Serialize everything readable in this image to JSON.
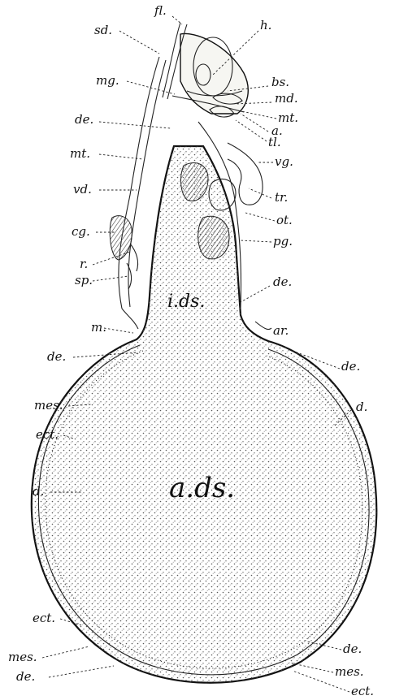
{
  "figure": {
    "labels": {
      "fl": "fl.",
      "sd": "sd.",
      "h": "h.",
      "bs": "bs.",
      "mg": "mg.",
      "md": "md.",
      "de1": "de.",
      "mt1": "mt.",
      "a": "a.",
      "tl": "tl.",
      "mt2": "mt.",
      "vg": "vg.",
      "vd": "vd.",
      "tr": "tr.",
      "ot": "ot.",
      "cg": "cg.",
      "pg": "pg.",
      "r": "r.",
      "sp": "sp.",
      "ids": "i.ds.",
      "de2": "de.",
      "m": "m.",
      "ar": "ar.",
      "de3": "de.",
      "de4": "de.",
      "mes1": "mes.",
      "d1": "d.",
      "ect1": "ect.",
      "ads": "a.ds.",
      "d2": "d.",
      "ect2": "ect.",
      "de5": "de.",
      "mes2": "mes.",
      "mes3": "mes.",
      "de6": "de.",
      "ect3": "ect."
    }
  }
}
